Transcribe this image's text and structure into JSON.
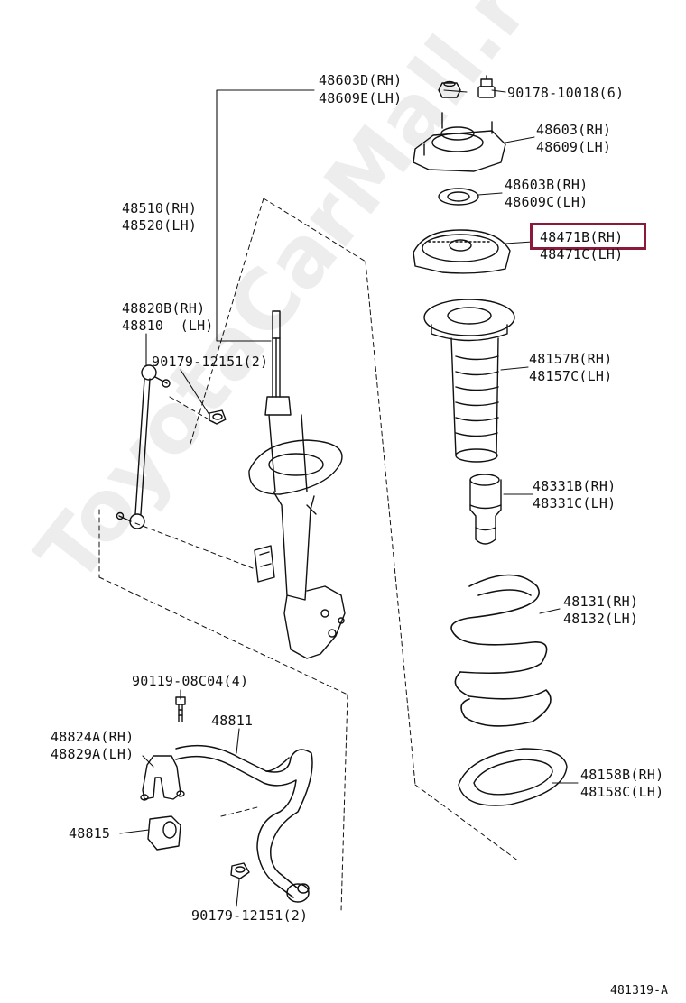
{
  "watermark": "ToyotaCarMall.ru",
  "figure_code": "481319-A",
  "highlight_color": "#8b1a3a",
  "labels": {
    "nut_rh": "48603D(RH)",
    "nut_lh": "48609E(LH)",
    "bolt": "90178-10018(6)",
    "support_rh": "48603(RH)",
    "support_lh": "48609(LH)",
    "bearing_rh": "48603B(RH)",
    "bearing_lh": "48609C(LH)",
    "upper_seat_rh": "48471B(RH)",
    "upper_seat_lh": "48471C(LH)",
    "strut_rh": "48510(RH)",
    "strut_lh": "48520(LH)",
    "stab_link_rh": "48820B(RH)",
    "stab_link_lh": "48810  (LH)",
    "link_nut": "90179-12151(2)",
    "boot_rh": "48157B(RH)",
    "boot_lh": "48157C(LH)",
    "bumper_rh": "48331B(RH)",
    "bumper_lh": "48331C(LH)",
    "spring_rh": "48131(RH)",
    "spring_lh": "48132(LH)",
    "bracket_bolt": "90119-08C04(4)",
    "stab_bar": "48811",
    "bracket_rh": "48824A(RH)",
    "bracket_lh": "48829A(LH)",
    "bushing": "48815",
    "lower_insulator_rh": "48158B(RH)",
    "lower_insulator_lh": "48158C(LH)",
    "bar_nut": "90179-12151(2)"
  }
}
